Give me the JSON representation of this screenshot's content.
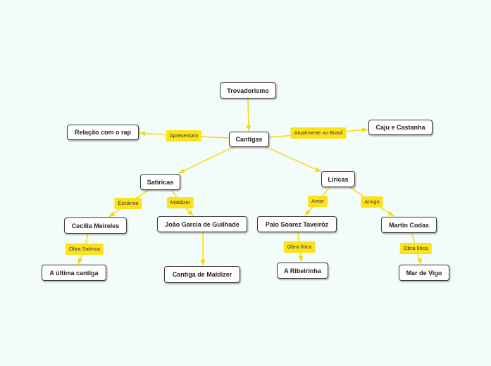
{
  "nodes": {
    "trovadorismo": "Trovadorismo",
    "cantigas": "Cantigas",
    "relacao_rap": "Relação com o rap",
    "caju_castanha": "Caju e Castanha",
    "satiricas": "Satíricas",
    "liricas": "Líricas",
    "cecilia_meireles": "Cecília Meireles",
    "joao_garcia": "João Garcia de Guilhade",
    "paio_soarez": "Paio Soarez Taveiróz",
    "martin_codax": "Martin Codax",
    "ultima_cantiga": "A última cantiga",
    "cantiga_maldizer": "Cantiga de Maldizer",
    "ribeirinha": "A Ribeirinha",
    "mar_de_vigo": "Mar de Vigo"
  },
  "labels": {
    "apresentam": "Apresentam",
    "atualmente_brasil": "Atualmente no Brasil",
    "escarnio": "Escárnio",
    "maldizer": "Maldizer",
    "amor": "Amor",
    "amigo": "Amigo",
    "obra_satirica": "Obra Satírica",
    "obra_lirica_1": "Obra lírica",
    "obra_lirica_2": "Obra lírica"
  },
  "colors": {
    "background": "#f2fcfa",
    "connector": "#f7d80c",
    "label_fill": "#fde21b",
    "node_fill": "#ffffff",
    "node_border": "#3a3a3a"
  }
}
